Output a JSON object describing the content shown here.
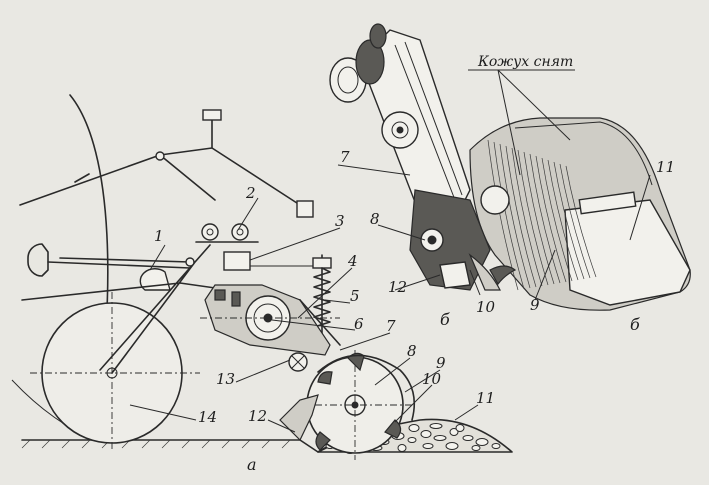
{
  "callouts": {
    "c1": "1",
    "c2": "2",
    "c3": "3",
    "c4": "4",
    "c5": "5",
    "c6": "6",
    "c7": "7",
    "c8": "8",
    "c9": "9",
    "c10": "10",
    "c11": "11",
    "c12": "12",
    "c13": "13",
    "c14": "14",
    "b7": "7",
    "b8": "8",
    "b9": "9",
    "b10": "10",
    "b11": "11",
    "b12": "12"
  },
  "captions": {
    "a": "а",
    "b": "б",
    "b2": "б"
  },
  "note": "Кожух снят"
}
